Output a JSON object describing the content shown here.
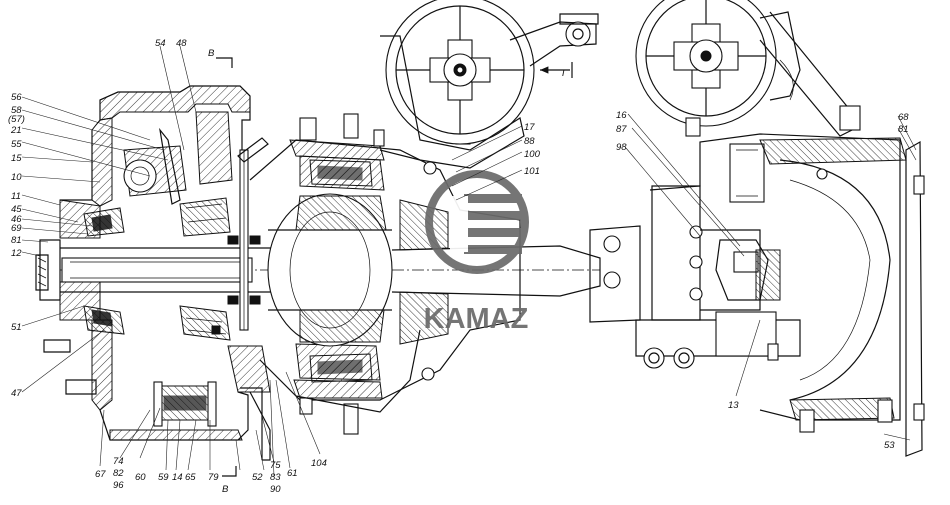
{
  "logo": {
    "brand_text": "KAMAZ"
  },
  "section_marks": {
    "top_v": "В",
    "bottom_v": "В",
    "arrow_g": "Г"
  },
  "labels": {
    "l54": "54",
    "l48": "48",
    "l56": "56",
    "l58": "58",
    "l57": "(57)",
    "l21": "21",
    "l55": "55",
    "l15": "15",
    "l10": "10",
    "l11": "11",
    "l45": "45",
    "l46": "46",
    "l69": "69",
    "l81a": "81",
    "l12": "12",
    "l51": "51",
    "l47": "47",
    "l67": "67",
    "l74": "74",
    "l82": "82",
    "l96": "96",
    "l60": "60",
    "l59": "59",
    "l14": "14",
    "l65": "65",
    "l79": "79",
    "l52": "52",
    "l75": "75",
    "l83": "83",
    "l90": "90",
    "l61": "61",
    "l104": "104",
    "l17": "17",
    "l88": "88",
    "l100": "100",
    "l101": "101",
    "l16": "16",
    "l87": "87",
    "l98": "98",
    "l13": "13",
    "l68": "68",
    "l81b": "81",
    "l53": "53"
  }
}
